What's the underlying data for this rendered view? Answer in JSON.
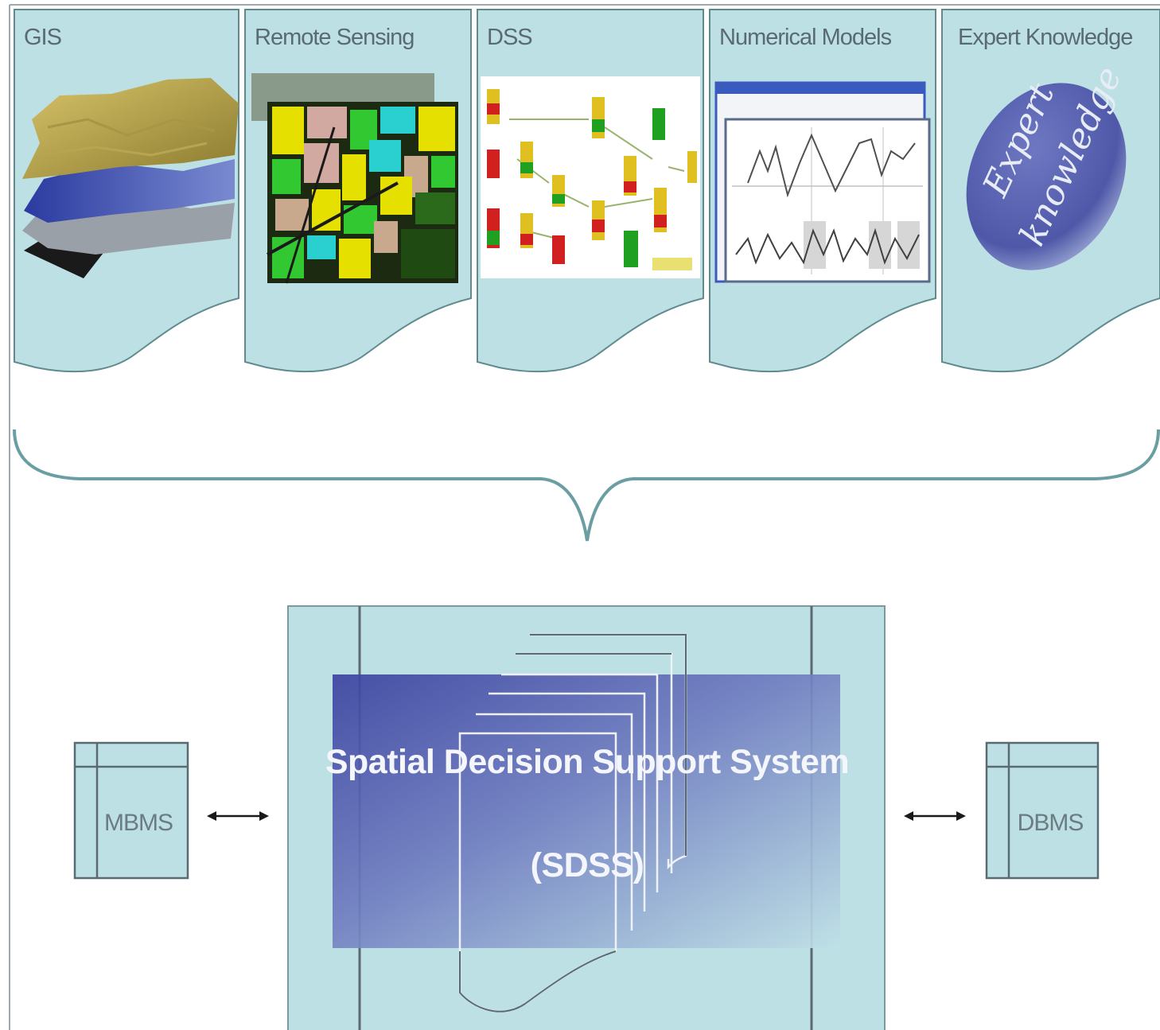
{
  "cards": [
    {
      "label": "GIS",
      "picture": "gis-terrain-layers"
    },
    {
      "label": "Remote Sensing",
      "picture": "remote-sensing-field-map"
    },
    {
      "label": "DSS",
      "picture": "dss-flow-diagram"
    },
    {
      "label": "Numerical Models",
      "picture": "numerical-model-graph-window"
    },
    {
      "label": "Expert Knowledge",
      "picture": "expert-knowledge-ellipse"
    }
  ],
  "expert_badge": {
    "line1": "Expert",
    "line2": "knowledge"
  },
  "sdss": {
    "title": "Spatial Decision Support System",
    "abbr": "(SDSS)"
  },
  "left_box": {
    "label": "MBMS"
  },
  "right_box": {
    "label": "DBMS"
  },
  "colors": {
    "card_fill": "#bde0e4",
    "card_stroke": "#5f8b8f",
    "sdss_blue": "#4a50a8",
    "brace": "#6a9ea2"
  }
}
